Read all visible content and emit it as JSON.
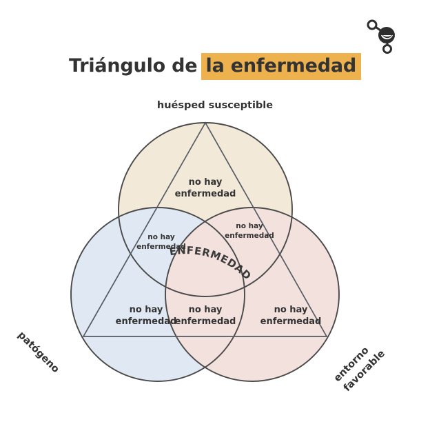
{
  "logo": {
    "icon": "molecule-logo-icon"
  },
  "title": {
    "plain": "Triángulo de",
    "highlight": "la enfermedad",
    "highlight_color": "#edb14e"
  },
  "diagram": {
    "type": "venn-triangle",
    "vertices": {
      "top": "huésped susceptible",
      "bottom_left": "patógeno",
      "bottom_right_line1": "entorno",
      "bottom_right_line2": "favorable"
    },
    "center_label": "ENFERMEDAD",
    "circles": [
      {
        "name": "host-circle",
        "fill": "#f4ecdd",
        "stroke": "#4a4a4a"
      },
      {
        "name": "pathogen-circle",
        "fill": "#e2eaf4",
        "stroke": "#4a4a4a"
      },
      {
        "name": "environment-circle",
        "fill": "#f4e4e2",
        "stroke": "#4a4a4a"
      }
    ],
    "regions": [
      {
        "name": "region-host-only",
        "line1": "no hay",
        "line2": "enfermedad"
      },
      {
        "name": "region-host-pathogen",
        "line1": "no hay",
        "line2": "enfermedad"
      },
      {
        "name": "region-host-environment",
        "line1": "no hay",
        "line2": "enfermedad"
      },
      {
        "name": "region-pathogen-only",
        "line1": "no hay",
        "line2": "enfermedad"
      },
      {
        "name": "region-pathogen-environment",
        "line1": "no hay",
        "line2": "enfermedad"
      },
      {
        "name": "region-environment-only",
        "line1": "no hay",
        "line2": "enfermedad"
      }
    ]
  }
}
